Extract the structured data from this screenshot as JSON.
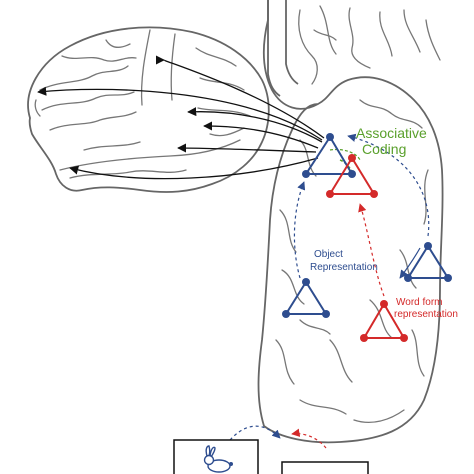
{
  "labels": {
    "associative_line1": "Associative",
    "associative_line2": "Coding",
    "object_line1": "Object",
    "object_line2": "Representation",
    "word_line1": "Word form",
    "word_line2": "representation"
  },
  "colors": {
    "associative": "#5aa02c",
    "object": "#2e4d8f",
    "word": "#d42a2a",
    "brain_outline": "#666666",
    "arrow_black": "#111111"
  },
  "icons": {
    "stimulus_picture": "rabbit-icon"
  }
}
